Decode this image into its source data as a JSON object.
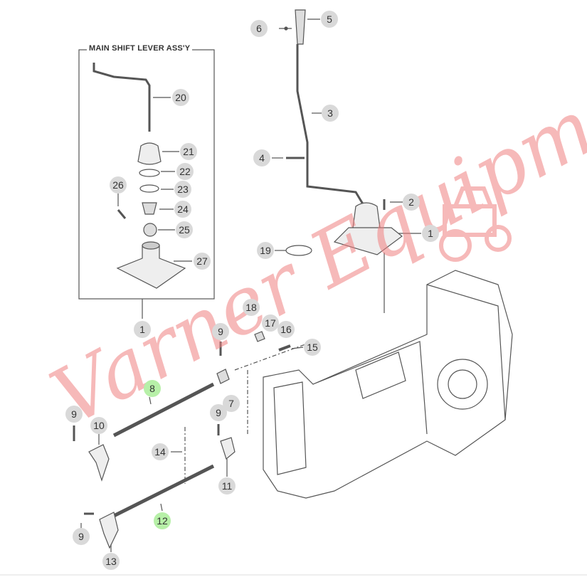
{
  "assembly_box": {
    "title": "MAIN SHIFT LEVER ASS'Y"
  },
  "watermark": {
    "text": "Varner Equipment",
    "color": "#f08080"
  },
  "callouts": [
    {
      "label": "5"
    },
    {
      "label": "6"
    },
    {
      "label": "20"
    },
    {
      "label": "3"
    },
    {
      "label": "21"
    },
    {
      "label": "22"
    },
    {
      "label": "4"
    },
    {
      "label": "23"
    },
    {
      "label": "26"
    },
    {
      "label": "24"
    },
    {
      "label": "2"
    },
    {
      "label": "25"
    },
    {
      "label": "1"
    },
    {
      "label": "19"
    },
    {
      "label": "27"
    },
    {
      "label": "1"
    },
    {
      "label": "18"
    },
    {
      "label": "17"
    },
    {
      "label": "16"
    },
    {
      "label": "9"
    },
    {
      "label": "15"
    },
    {
      "label": "8",
      "highlighted": true
    },
    {
      "label": "7"
    },
    {
      "label": "9"
    },
    {
      "label": "9"
    },
    {
      "label": "10"
    },
    {
      "label": "14"
    },
    {
      "label": "11"
    },
    {
      "label": "12",
      "highlighted": true
    },
    {
      "label": "9"
    },
    {
      "label": "13"
    }
  ],
  "colors": {
    "callout": "#d9d9d9",
    "highlight": "#b7f0a8",
    "line": "#555555"
  }
}
